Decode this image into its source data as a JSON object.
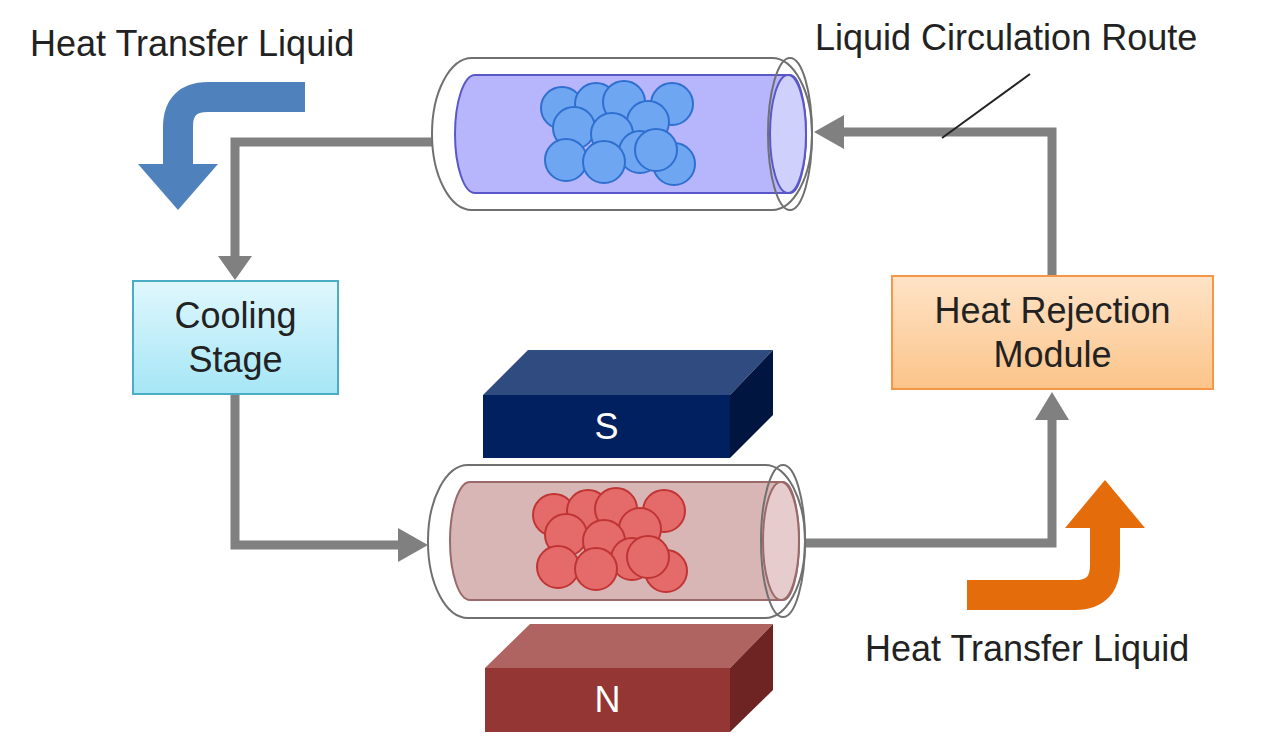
{
  "diagram": {
    "nodes": [
      {
        "text": [
          "Cooling Stage"
        ]
      },
      {
        "text": [
          "Heat Rejection Module"
        ]
      },
      {
        "text": [
          "S"
        ]
      },
      {
        "text": [
          "N"
        ]
      }
    ],
    "labels": [
      "Heat Transfer Liquid",
      "Liquid Circulation Route",
      "Heat Transfer Liquid"
    ]
  }
}
